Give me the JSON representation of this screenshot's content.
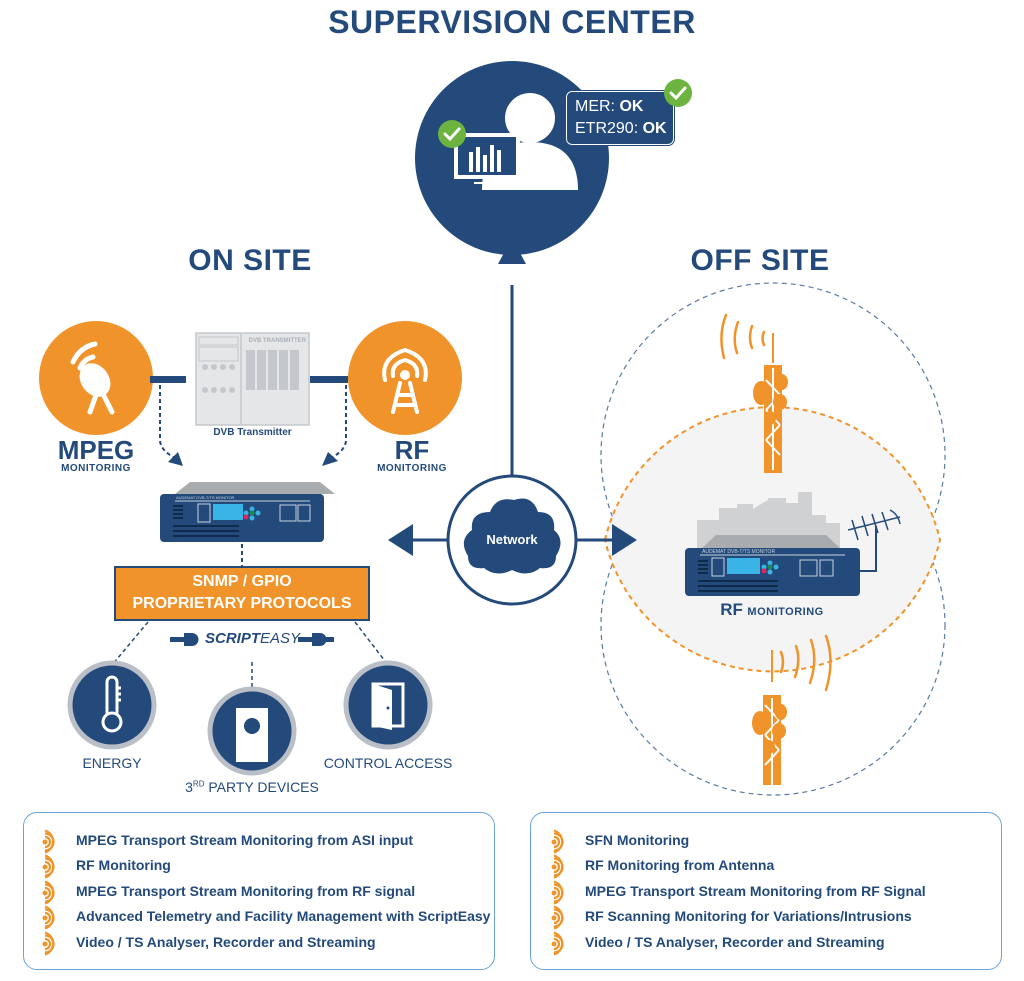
{
  "header": {
    "title": "SUPERVISION CENTER"
  },
  "supervision": {
    "status": [
      {
        "label": "MER:",
        "value": "OK"
      },
      {
        "label": "ETR290:",
        "value": "OK"
      }
    ]
  },
  "on_site": {
    "title": "ON SITE",
    "mpeg": {
      "title": "MPEG",
      "subtitle": "MONITORING"
    },
    "rf": {
      "title": "RF",
      "subtitle": "MONITORING"
    },
    "transmitter": {
      "label": "DVB Transmitter",
      "panel_text": "DVB TRANSMITTER"
    },
    "monitor_device": {
      "brand_text": "AUDEMAT DVB-T/TS MONITOR"
    },
    "protocols": {
      "line1": "SNMP / GPIO",
      "line2": "PROPRIETARY PROTOCOLS"
    },
    "scripteasy": {
      "bold": "SCRIPT",
      "light": "EASY"
    },
    "devices": [
      {
        "label": "ENERGY",
        "icon": "thermometer-icon"
      },
      {
        "label_pre": "3",
        "label_sup": "RD",
        "label_post": " PARTY DEVICES",
        "icon": "device-box-icon"
      },
      {
        "label": "CONTROL ACCESS",
        "icon": "door-icon"
      }
    ]
  },
  "network": {
    "label": "Network"
  },
  "off_site": {
    "title": "OFF SITE",
    "rf_monitoring": {
      "bold": "RF",
      "small": "MONITORING"
    },
    "monitor_device": {
      "brand_text": "AUDEMAT DVB-T/TS MONITOR"
    }
  },
  "features_left": [
    "MPEG Transport Stream Monitoring from ASI input",
    "RF Monitoring",
    "MPEG Transport Stream Monitoring from RF signal",
    "Advanced Telemetry and Facility Management with ScriptEasy",
    "Video / TS Analyser, Recorder and Streaming"
  ],
  "features_right": [
    "SFN Monitoring",
    "RF Monitoring from Antenna",
    "MPEG Transport Stream Monitoring from RF Signal",
    "RF Scanning Monitoring for  Variations/Intrusions",
    "Video / TS Analyser, Recorder and Streaming"
  ],
  "colors": {
    "navy": "#234a7a",
    "orange": "#f0932a",
    "green_check": "#6cb33f",
    "light_blue_border": "#6aa3d8",
    "grey_ring": "#b9bec7"
  }
}
